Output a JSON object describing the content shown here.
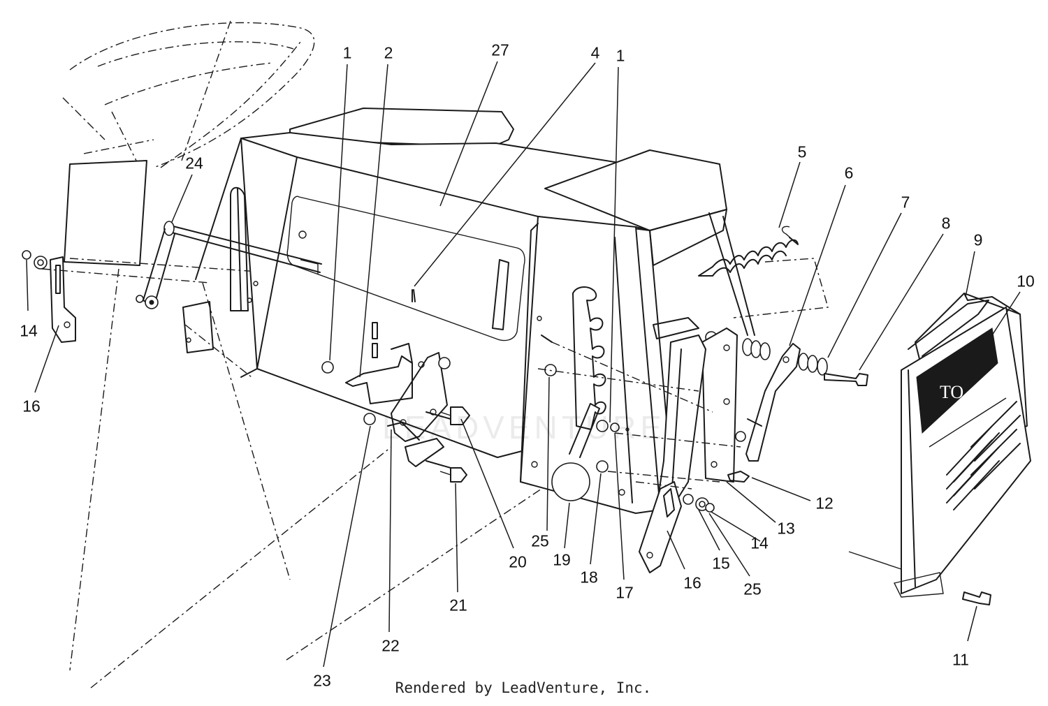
{
  "callouts": [
    {
      "id": "c1a",
      "label": "1"
    },
    {
      "id": "c2",
      "label": "2"
    },
    {
      "id": "c27",
      "label": "27"
    },
    {
      "id": "c4",
      "label": "4"
    },
    {
      "id": "c1b",
      "label": "1"
    },
    {
      "id": "c5",
      "label": "5"
    },
    {
      "id": "c6",
      "label": "6"
    },
    {
      "id": "c7",
      "label": "7"
    },
    {
      "id": "c8",
      "label": "8"
    },
    {
      "id": "c9",
      "label": "9"
    },
    {
      "id": "c10",
      "label": "10"
    },
    {
      "id": "c24",
      "label": "24"
    },
    {
      "id": "c14a",
      "label": "14"
    },
    {
      "id": "c16a",
      "label": "16"
    },
    {
      "id": "c12",
      "label": "12"
    },
    {
      "id": "c13",
      "label": "13"
    },
    {
      "id": "c14b",
      "label": "14"
    },
    {
      "id": "c25a",
      "label": "25"
    },
    {
      "id": "c20",
      "label": "20"
    },
    {
      "id": "c19",
      "label": "19"
    },
    {
      "id": "c18",
      "label": "18"
    },
    {
      "id": "c17",
      "label": "17"
    },
    {
      "id": "c16b",
      "label": "16"
    },
    {
      "id": "c15",
      "label": "15"
    },
    {
      "id": "c25b",
      "label": "25"
    },
    {
      "id": "c21",
      "label": "21"
    },
    {
      "id": "c22",
      "label": "22"
    },
    {
      "id": "c23",
      "label": "23"
    },
    {
      "id": "c11",
      "label": "11"
    }
  ],
  "footer": "Rendered by LeadVenture, Inc.",
  "watermark": "LEADVENTURE",
  "colors": {
    "line": "#1a1a1a",
    "background": "#ffffff"
  }
}
